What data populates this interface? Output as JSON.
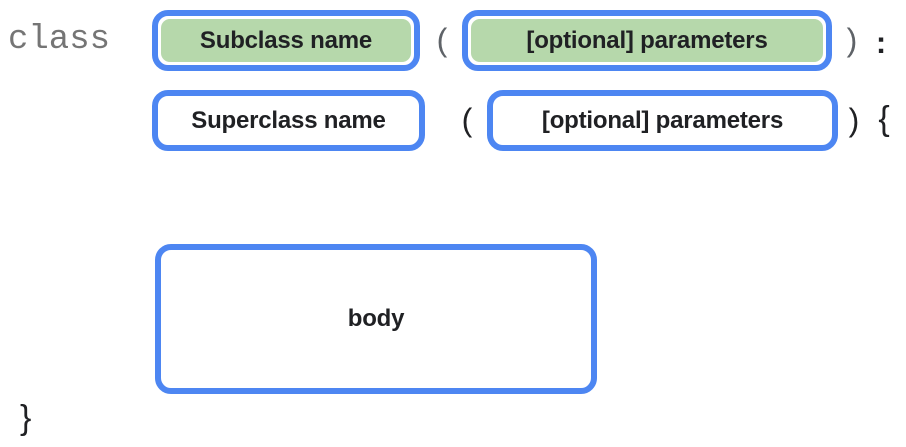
{
  "palette": {
    "background": "#FFFFFF",
    "border_blue": "#4D86F2",
    "fill_green": "#B6D8AB",
    "fill_white": "#FFFFFF",
    "keyword_gray": "#757575",
    "paren_gray": "#5F6368",
    "text_black": "#202124"
  },
  "diagram": {
    "line1": {
      "keyword": "class",
      "subclass_box": "Subclass name",
      "open_paren": "(",
      "params_box": "[optional] parameters",
      "close_paren": ")",
      "colon": ":"
    },
    "line2": {
      "superclass_box": "Superclass name",
      "open_paren": "(",
      "params_box": "[optional] parameters",
      "close_paren": ")",
      "open_brace": "{"
    },
    "body": {
      "body_box": "body"
    },
    "closing": {
      "close_brace": "}"
    }
  }
}
